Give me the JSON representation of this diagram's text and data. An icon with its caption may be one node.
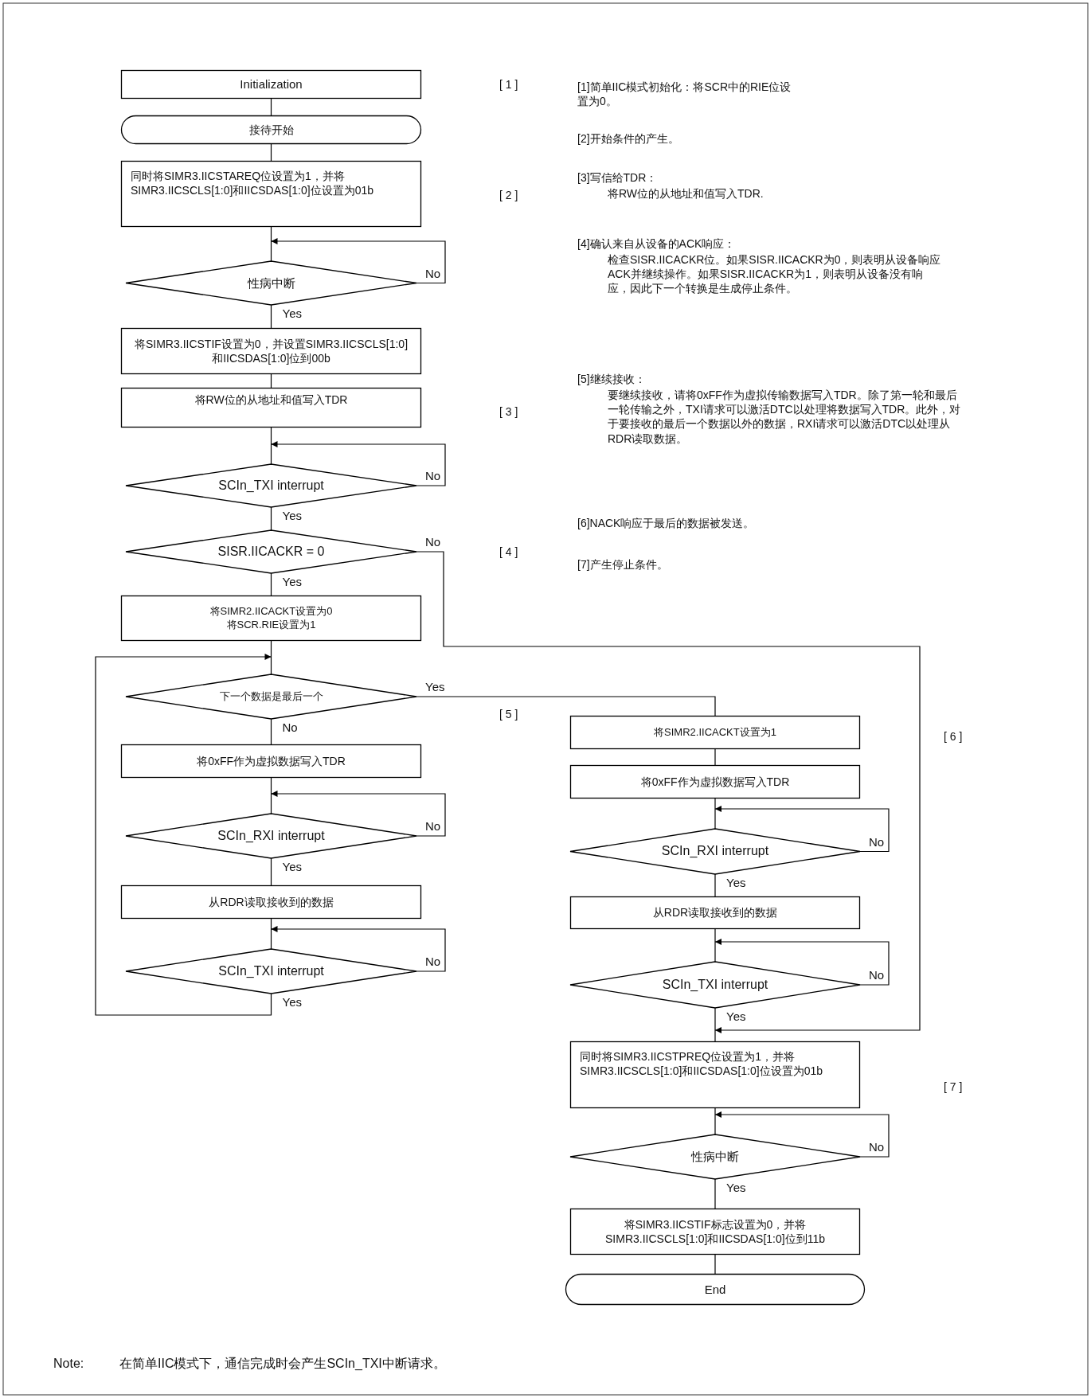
{
  "diagram": {
    "nodes": [
      {
        "text": [
          "Initialization"
        ]
      },
      {
        "text": [
          "接待开始"
        ]
      },
      {
        "text": [
          "同时将SIMR3.IICSTAREQ位设置为1，并将SIMR3.IICSCLS[1:0]和IICSDAS[1:0]位设置为01b"
        ]
      },
      {
        "text": [
          "性病中断"
        ]
      },
      {
        "text": [
          "将SIMR3.IICSTIF设置为0，并设置SIMR3.IICSCLS[1:0]和IICSDAS[1:0]位到00b"
        ]
      },
      {
        "text": [
          "将RW位的从地址和值写入TDR"
        ]
      },
      {
        "text": [
          "SCIn_TXI interrupt"
        ]
      },
      {
        "text": [
          "SISR.IICACKR = 0"
        ]
      },
      {
        "text": [
          "将SIMR2.IICACKT设置为0",
          "将SCR.RIE设置为1"
        ]
      },
      {
        "text": [
          "下一个数据是最后一个"
        ]
      },
      {
        "text": [
          "将0xFF作为虚拟数据写入TDR"
        ]
      },
      {
        "text": [
          "SCIn_RXI interrupt"
        ]
      },
      {
        "text": [
          "从RDR读取接收到的数据"
        ]
      },
      {
        "text": [
          "SCIn_TXI interrupt"
        ]
      },
      {
        "text": [
          "将SIMR2.IICACKT设置为1"
        ]
      },
      {
        "text": [
          "将0xFF作为虚拟数据写入TDR"
        ]
      },
      {
        "text": [
          "SCIn_RXI interrupt"
        ]
      },
      {
        "text": [
          "从RDR读取接收到的数据"
        ]
      },
      {
        "text": [
          "SCIn_TXI interrupt"
        ]
      },
      {
        "text": [
          "同时将SIMR3.IICSTPREQ位设置为1，并将SIMR3.IICSCLS[1:0]和IICSDAS[1:0]位设置为01b"
        ]
      },
      {
        "text": [
          "性病中断"
        ]
      },
      {
        "text": [
          "将SIMR3.IICSTIF标志设置为0，并将SIMR3.IICSCLS[1:0]和IICSDAS[1:0]位到11b"
        ]
      },
      {
        "text": [
          "End"
        ]
      }
    ],
    "edges": [
      {
        "from": 0,
        "to": 1,
        "arrow": "none"
      },
      {
        "from": 1,
        "to": 2,
        "arrow": "none"
      },
      {
        "from": 2,
        "to": 3,
        "arrow": "none"
      },
      {
        "from": 3,
        "to": 3,
        "arrow": "to",
        "label": "No"
      },
      {
        "from": 3,
        "to": 4,
        "arrow": "none",
        "label": "Yes"
      },
      {
        "from": 4,
        "to": 5,
        "arrow": "none"
      },
      {
        "from": 5,
        "to": 6,
        "arrow": "none"
      },
      {
        "from": 6,
        "to": 6,
        "arrow": "to",
        "label": "No"
      },
      {
        "from": 6,
        "to": 7,
        "arrow": "none",
        "label": "Yes"
      },
      {
        "from": 7,
        "to": 8,
        "arrow": "none",
        "label": "Yes"
      },
      {
        "from": 7,
        "to": 19,
        "arrow": "to",
        "label": "No"
      },
      {
        "from": 8,
        "to": 9,
        "arrow": "none"
      },
      {
        "from": 9,
        "to": 14,
        "arrow": "none",
        "label": "Yes"
      },
      {
        "from": 9,
        "to": 10,
        "arrow": "none",
        "label": "No"
      },
      {
        "from": 10,
        "to": 11,
        "arrow": "none"
      },
      {
        "from": 11,
        "to": 11,
        "arrow": "to",
        "label": "No"
      },
      {
        "from": 11,
        "to": 12,
        "arrow": "none",
        "label": "Yes"
      },
      {
        "from": 12,
        "to": 13,
        "arrow": "none"
      },
      {
        "from": 13,
        "to": 13,
        "arrow": "to",
        "label": "No"
      },
      {
        "from": 13,
        "to": 9,
        "arrow": "to",
        "label": "Yes"
      },
      {
        "from": 14,
        "to": 15,
        "arrow": "none"
      },
      {
        "from": 15,
        "to": 16,
        "arrow": "none"
      },
      {
        "from": 16,
        "to": 16,
        "arrow": "to",
        "label": "No"
      },
      {
        "from": 16,
        "to": 17,
        "arrow": "none",
        "label": "Yes"
      },
      {
        "from": 17,
        "to": 18,
        "arrow": "none"
      },
      {
        "from": 18,
        "to": 18,
        "arrow": "to",
        "label": "No"
      },
      {
        "from": 18,
        "to": 19,
        "arrow": "none",
        "label": "Yes"
      },
      {
        "from": 19,
        "to": 20,
        "arrow": "none"
      },
      {
        "from": 20,
        "to": 20,
        "arrow": "to",
        "label": "No"
      },
      {
        "from": 20,
        "to": 21,
        "arrow": "none",
        "label": "Yes"
      },
      {
        "from": 21,
        "to": 22,
        "arrow": "none"
      }
    ],
    "labels": [
      "[ 1 ]",
      "[1]简单IIC模式初始化：将SCR中的RIE位设置为0。",
      "[2]开始条件的产生。",
      "[ 2 ]",
      "[3]写信给TDR：",
      "将RW位的从地址和值写入TDR.",
      "[4]确认来自从设备的ACK响应：",
      "检查SISR.IICACKR位。如果SISR.IICACKR为0，则表明从设备响应ACK并继续操作。如果SISR.IICACKR为1，则表明从设备没有响应，因此下一个转换是生成停止条件。",
      "[ 3 ]",
      "[5]继续接收：",
      "要继续接收，请将0xFF作为虚拟传输数据写入TDR。除了第一轮和最后一轮传输之外，TXI请求可以激活DTC以处理将数据写入TDR。此外，对于要接收的最后一个数据以外的数据，RXI请求可以激活DTC以处理从RDR读取数据。",
      "[6]NACK响应于最后的数据被发送。",
      "[ 4 ]",
      "[7]产生停止条件。",
      "[ 5 ]",
      "[ 6 ]",
      "[ 7 ]",
      "Note:",
      "在简单IIC模式下，通信完成时会产生SCIn_TXI中断请求。"
    ]
  }
}
